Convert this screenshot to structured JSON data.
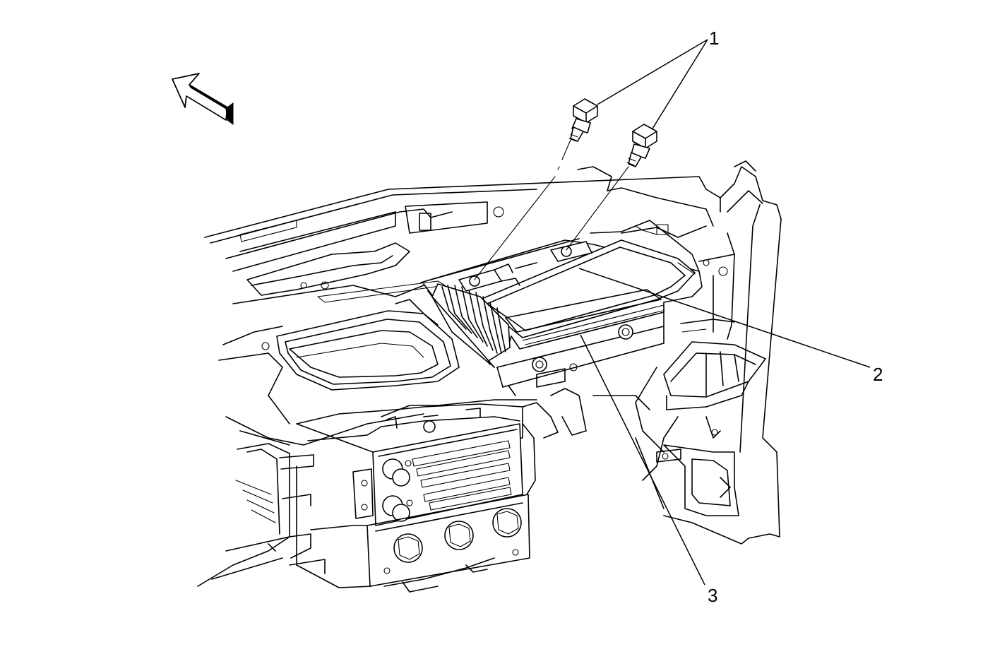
{
  "diagram": {
    "callouts": [
      {
        "id": "1",
        "label": "1"
      },
      {
        "id": "2",
        "label": "2"
      },
      {
        "id": "3",
        "label": "3"
      }
    ],
    "colors": {
      "line": "#000000",
      "background": "#ffffff"
    },
    "icons": [
      "direction-arrow-icon"
    ]
  }
}
